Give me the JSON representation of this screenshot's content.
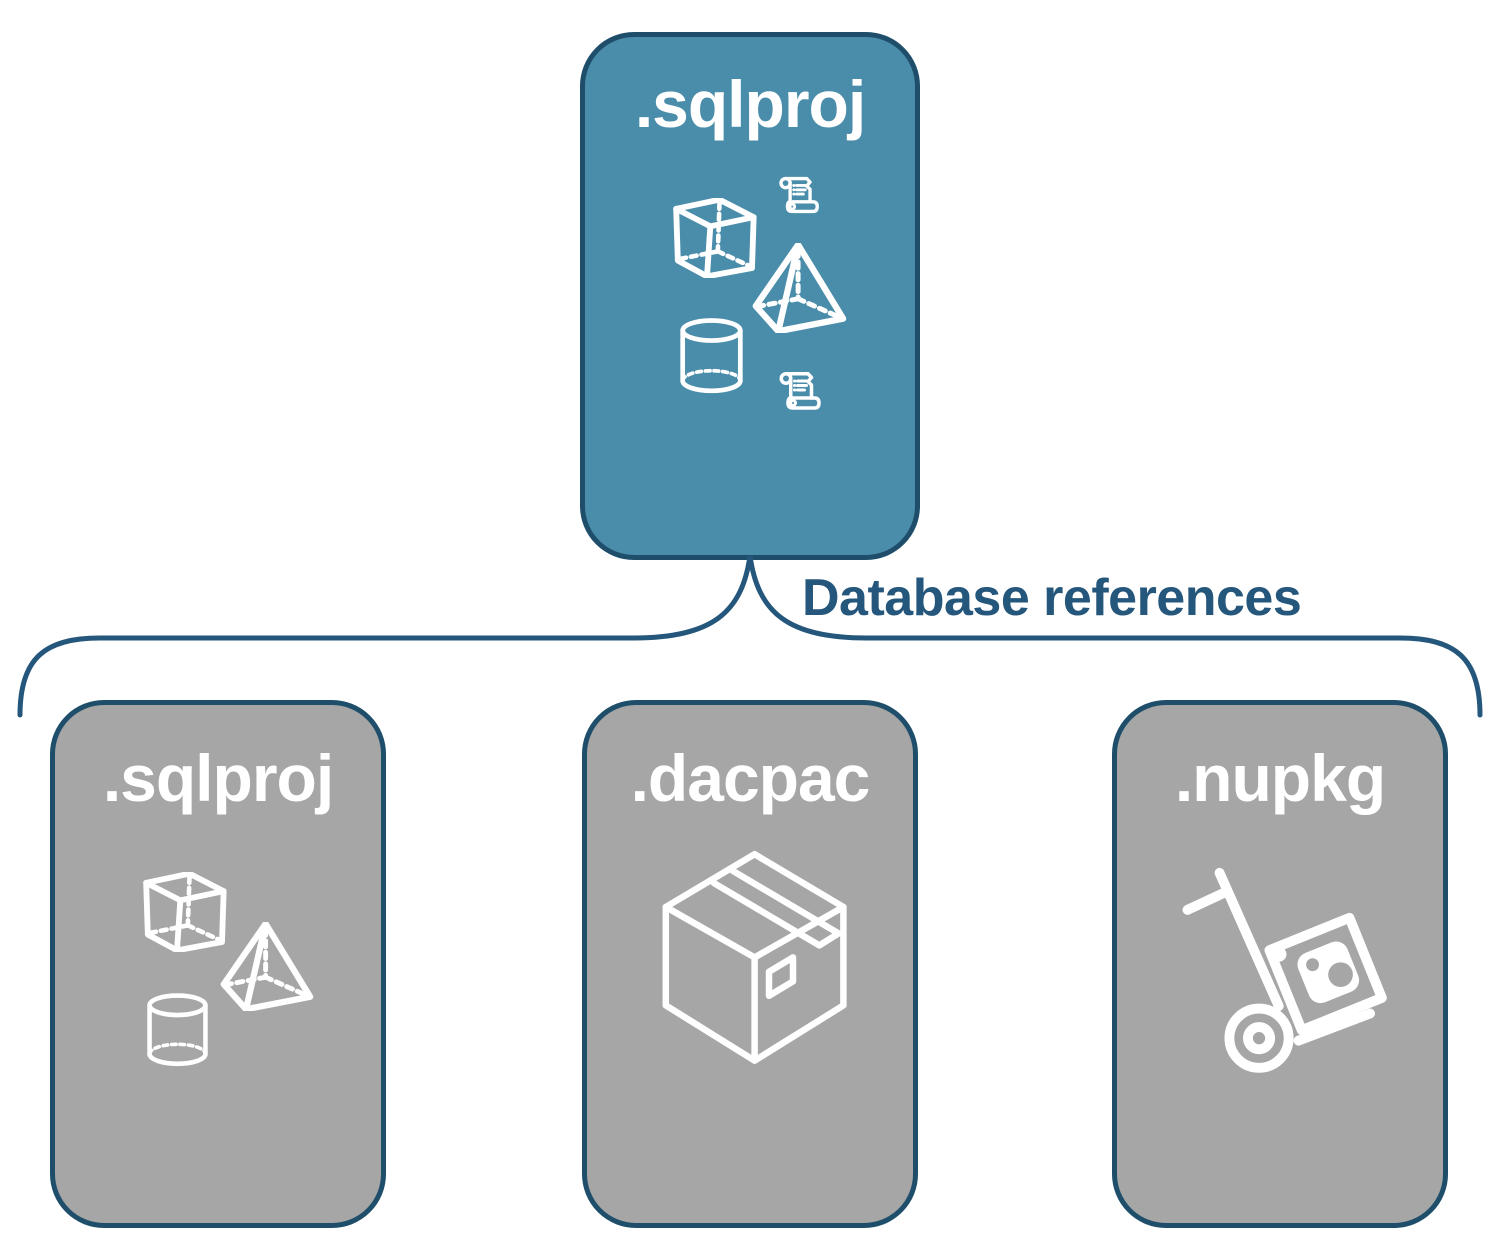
{
  "colors": {
    "background": "#FFFFFF",
    "root_fill": "#4A8DAA",
    "child_fill": "#A6A6A6",
    "border": "#1F4E6B",
    "connector": "#25567B",
    "icon": "#FFFFFF",
    "label_text": "#FFFFFF"
  },
  "root": {
    "label": ".sqlproj",
    "icons": [
      "cube-icon",
      "scroll-icon",
      "pyramid-icon",
      "cylinder-icon",
      "scroll-icon"
    ]
  },
  "connector": {
    "label": "Database references"
  },
  "children": [
    {
      "label": ".sqlproj",
      "icons": [
        "cube-icon",
        "pyramid-icon",
        "cylinder-icon"
      ]
    },
    {
      "label": ".dacpac",
      "icons": [
        "package-box-icon"
      ]
    },
    {
      "label": ".nupkg",
      "icons": [
        "hand-truck-nuget-package-icon"
      ]
    }
  ]
}
